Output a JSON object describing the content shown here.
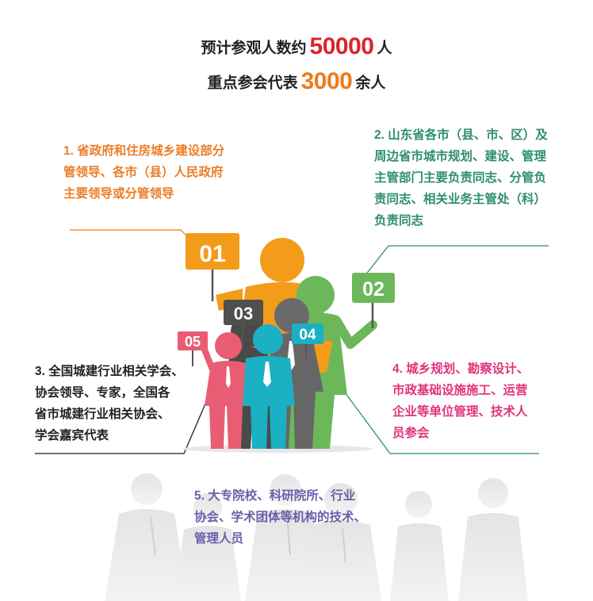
{
  "header": {
    "visitors_prefix": "预计参观人数约",
    "visitors_number": "50000",
    "visitors_suffix": "人",
    "reps_prefix": "重点参会代表",
    "reps_number": "3000",
    "reps_suffix": "余人"
  },
  "signs": [
    "01",
    "02",
    "03",
    "04",
    "05"
  ],
  "categories": [
    {
      "lines": [
        "1. 省政府和住房城乡建设部分",
        "管领导、各市（县）人民政府",
        "主要领导或分管领导"
      ]
    },
    {
      "lines": [
        "2. 山东省各市（县、市、区）及",
        "周边省市城市规划、建设、管理",
        "主管部门主要负责同志、分管负",
        "责同志、相关业务主管处（科）",
        "负责同志"
      ]
    },
    {
      "lines": [
        "3. 全国城建行业相关学会、",
        "协会领导、专家，全国各",
        "省市城建行业相关协会、",
        "学会嘉宾代表"
      ]
    },
    {
      "lines": [
        "4. 城乡规划、勘察设计、",
        "市政基础设施施工、运营",
        "企业等单位管理、技术人",
        "员参会"
      ]
    },
    {
      "lines": [
        "5. 大专院校、科研院所、行业",
        "协会、学术团体等机构的技术、",
        "管理人员"
      ]
    }
  ],
  "colors": {
    "orange": "#ec8a1f",
    "green": "#6cb75a",
    "dark_gray": "#4f4f4f",
    "teal": "#1bb0c4",
    "pink": "#e85d73",
    "red_number": "#d9252c",
    "orange_number": "#ef7a1a",
    "purple": "#6860aa"
  }
}
